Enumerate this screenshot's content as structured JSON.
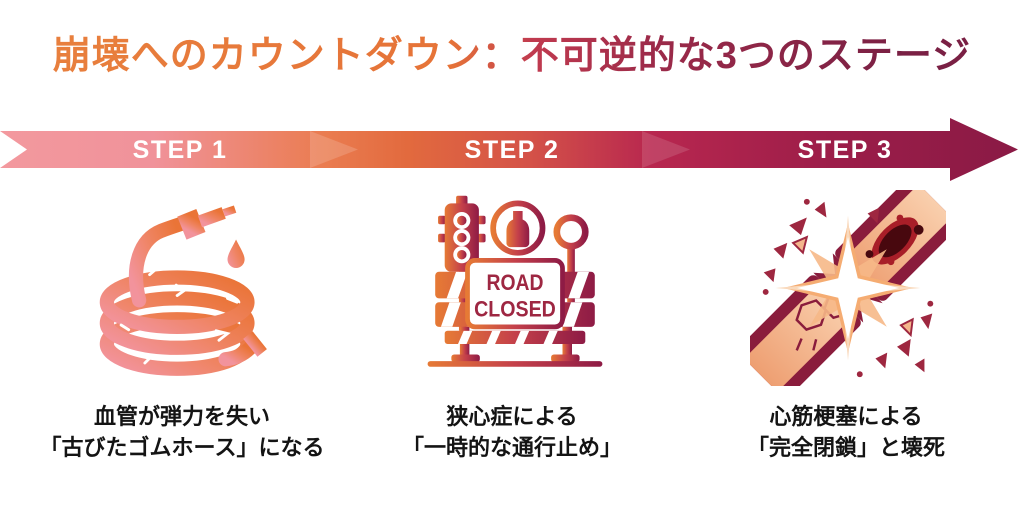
{
  "title": {
    "text": "崩壊へのカウントダウン：不可逆的な3つのステージ"
  },
  "timeline": {
    "steps": [
      {
        "label": "STEP 1"
      },
      {
        "label": "STEP 2"
      },
      {
        "label": "STEP 3"
      }
    ]
  },
  "stages": [
    {
      "icon": "aged-rubber-hose",
      "caption_line1": "血管が弾力を失い",
      "caption_line2": "「古びたゴムホース」になる"
    },
    {
      "icon": "road-closed-barricade",
      "sign_line1": "ROAD",
      "sign_line2": "CLOSED",
      "caption_line1": "狭心症による",
      "caption_line2": "「一時的な通行止め」"
    },
    {
      "icon": "ruptured-blood-vessel",
      "caption_line1": "心筋梗塞による",
      "caption_line2": "「完全閉鎖」と壊死"
    }
  ],
  "colors": {
    "title_gradient_start": "#E8813E",
    "title_gradient_mid": "#C03A4F",
    "title_gradient_end": "#7A2044",
    "arrow_gradient": [
      "#F3999E",
      "#EA7C50",
      "#D45248",
      "#B8274F",
      "#8A1A45"
    ],
    "step_label_text": "#FFFFFF",
    "caption_text": "#141414",
    "road_sign_text": "#9E2742",
    "background": "#FFFFFF"
  }
}
